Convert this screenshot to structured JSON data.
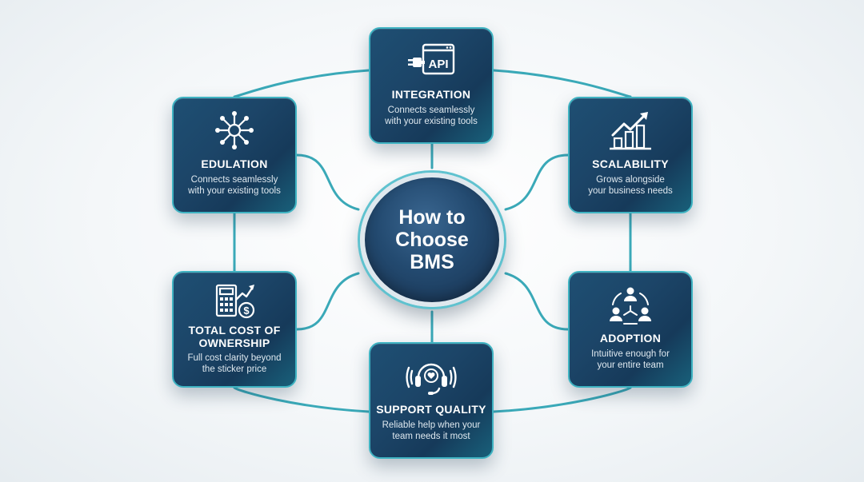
{
  "hub": {
    "line1": "How to",
    "line2": "Choose",
    "line3": "BMS"
  },
  "cards": {
    "integration": {
      "icon": "api-plug-icon",
      "icon_text": "API",
      "title": "INTEGRATION",
      "desc_line1": "Connects seamlessly",
      "desc_line2": "with your existing tools"
    },
    "edulation": {
      "icon": "network-hub-icon",
      "title": "EDULATION",
      "desc_line1": "Connects seamlessly",
      "desc_line2": "with your existing tools"
    },
    "scalability": {
      "icon": "growth-chart-icon",
      "title": "SCALABILITY",
      "desc_line1": "Grows alongside",
      "desc_line2": "your business needs"
    },
    "tco": {
      "icon": "calculator-dollar-icon",
      "title_line1": "TOTAL COST OF",
      "title_line2": "OWNERSHIP",
      "desc_line1": "Full cost clarity beyond",
      "desc_line2": "the sticker price"
    },
    "adoption": {
      "icon": "team-cycle-icon",
      "title": "ADOPTION",
      "desc_line1": "Intuitive enough for",
      "desc_line2": "your entire team"
    },
    "support": {
      "icon": "headset-heart-icon",
      "title": "SUPPORT QUALITY",
      "desc_line1": "Reliable help when your",
      "desc_line2": "team needs it most"
    }
  },
  "colors": {
    "card_dark": "#163a5a",
    "card_teal": "#18607a",
    "accent": "#3fb3c2",
    "text": "#ffffff"
  }
}
